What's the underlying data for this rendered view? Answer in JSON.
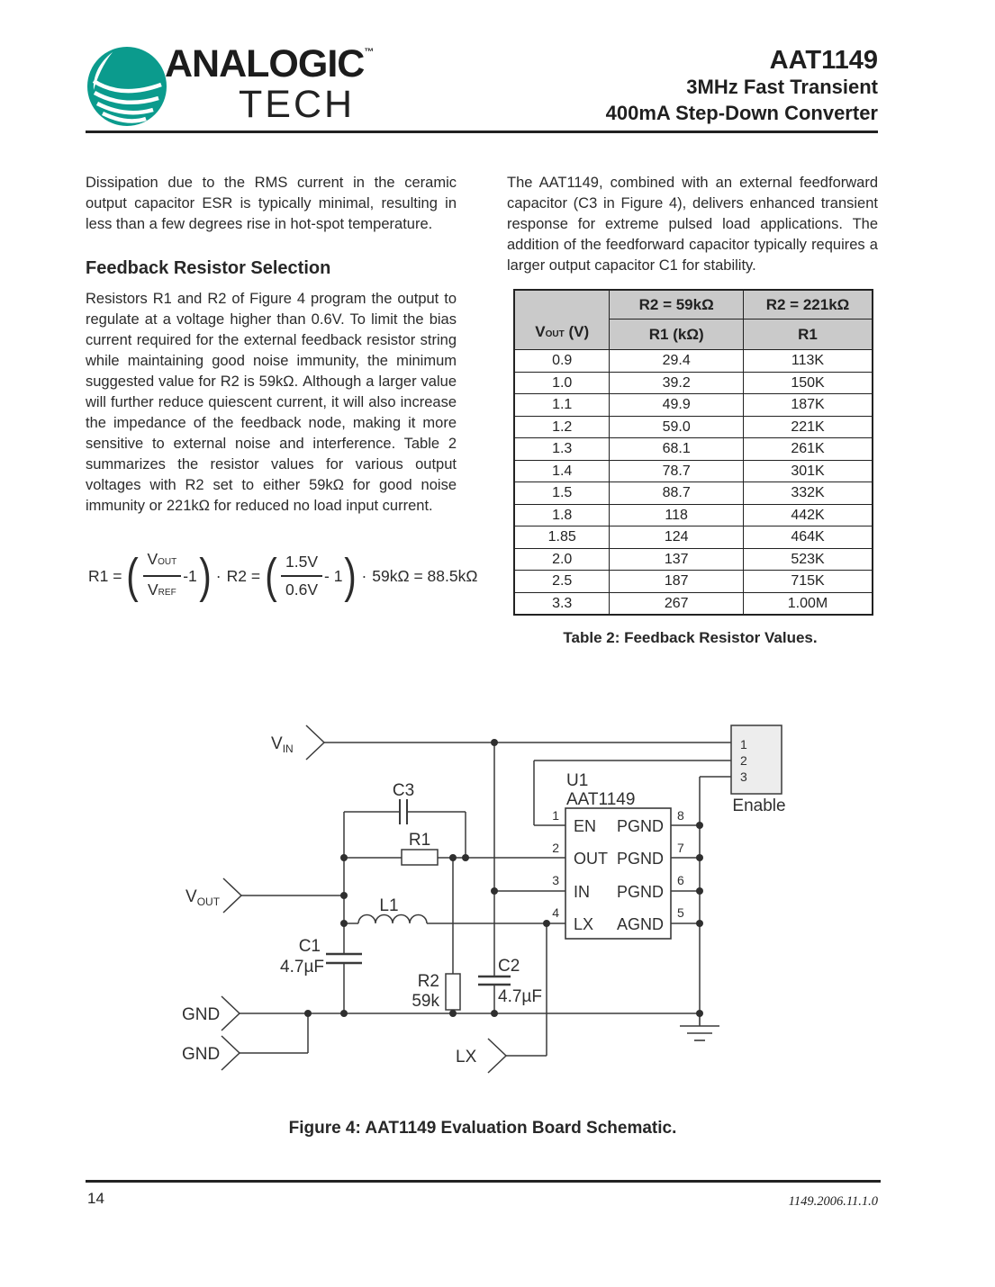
{
  "colors": {
    "accent_teal": "#0b9b8d",
    "text": "#2b2b2b",
    "table_header_bg": "#cacaca",
    "line": "#3a3a3a"
  },
  "header": {
    "brand_top": "ANALOGIC",
    "trademark": "™",
    "brand_bottom": "TECH",
    "part_number": "AAT1149",
    "subtitle1": "3MHz Fast Transient",
    "subtitle2": "400mA Step-Down Converter"
  },
  "left_column": {
    "paragraph1": "Dissipation due to the RMS current in the ceramic output capacitor ESR is typically minimal, resulting in less than a few degrees rise in hot-spot temperature.",
    "heading": "Feedback Resistor Selection",
    "paragraph2": "Resistors R1 and R2 of Figure 4 program the output to regulate at a voltage higher than 0.6V. To limit the bias current required for the external feedback resistor string while maintaining good noise immunity, the minimum suggested value for R2 is 59kΩ. Although a larger value will further reduce quiescent current, it will also increase the impedance of the feedback node, making it more sensitive to external noise and interference. Table 2 summarizes the resistor values for various output voltages with R2 set to either 59kΩ for good noise immunity or 221kΩ for reduced no load input current.",
    "formula": {
      "lhs": "R1 =",
      "open_paren": "(",
      "close_paren": ")",
      "num1_base": "V",
      "num1_sub": "OUT",
      "den1_base": "V",
      "den1_sub": "REF",
      "minus_one_1": "-1",
      "dot1": "·",
      "mid": "R2 =",
      "num2": "1.5V",
      "den2": "0.6V",
      "minus_one_2": "- 1",
      "dot2": "·",
      "result": "59kΩ = 88.5kΩ"
    }
  },
  "right_column": {
    "paragraph": "The AAT1149, combined with an external feedforward capacitor (C3 in Figure 4), delivers enhanced transient response for extreme pulsed load applications. The addition of the feedforward capacitor typically requires a larger output capacitor C1 for stability.",
    "table": {
      "col1_base": "V",
      "col1_sub": "OUT",
      "col1_rest": " (V)",
      "group2": "R2 = 59kΩ",
      "group3": "R2 = 221kΩ",
      "head2": "R1 (kΩ)",
      "head3": "R1",
      "rows": [
        [
          "0.9",
          "29.4",
          "113K"
        ],
        [
          "1.0",
          "39.2",
          "150K"
        ],
        [
          "1.1",
          "49.9",
          "187K"
        ],
        [
          "1.2",
          "59.0",
          "221K"
        ],
        [
          "1.3",
          "68.1",
          "261K"
        ],
        [
          "1.4",
          "78.7",
          "301K"
        ],
        [
          "1.5",
          "88.7",
          "332K"
        ],
        [
          "1.8",
          "118",
          "442K"
        ],
        [
          "1.85",
          "124",
          "464K"
        ],
        [
          "2.0",
          "137",
          "523K"
        ],
        [
          "2.5",
          "187",
          "715K"
        ],
        [
          "3.3",
          "267",
          "1.00M"
        ]
      ],
      "caption": "Table 2: Feedback Resistor Values."
    }
  },
  "figure": {
    "caption": "Figure 4: AAT1149 Evaluation Board Schematic.",
    "connectors": {
      "vin_base": "V",
      "vin_sub": "IN",
      "vout_base": "V",
      "vout_sub": "OUT",
      "gnd1": "GND",
      "gnd2": "GND",
      "lx": "LX",
      "enable_label": "Enable",
      "enable_pins": [
        "1",
        "2",
        "3"
      ]
    },
    "components": {
      "c3": "C3",
      "r1": "R1",
      "l1": "L1",
      "c1_ref": "C1",
      "c1_val": "4.7µF",
      "r2_ref": "R2",
      "r2_val": "59k",
      "c2_ref": "C2",
      "c2_val": "4.7µF"
    },
    "ic": {
      "ref": "U1",
      "part": "AAT1149",
      "pins_left": [
        {
          "num": "1",
          "name": "EN"
        },
        {
          "num": "2",
          "name": "OUT"
        },
        {
          "num": "3",
          "name": "IN"
        },
        {
          "num": "4",
          "name": "LX"
        }
      ],
      "pins_right": [
        {
          "num": "8",
          "name": "PGND"
        },
        {
          "num": "7",
          "name": "PGND"
        },
        {
          "num": "6",
          "name": "PGND"
        },
        {
          "num": "5",
          "name": "AGND"
        }
      ]
    }
  },
  "footer": {
    "page_number": "14",
    "doc_code": "1149.2006.11.1.0"
  }
}
